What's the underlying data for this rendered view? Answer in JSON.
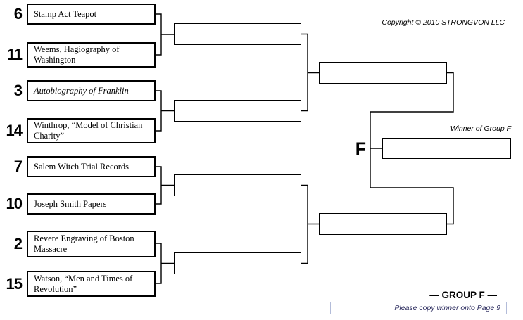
{
  "header": {
    "copyright": "Copyright © 2010 STRONGVON LLC"
  },
  "bracket": {
    "group_letter": "F",
    "winner_label": "Winner of Group F",
    "entries": [
      {
        "seed": "6",
        "name": "Stamp Act Teapot",
        "italic": false
      },
      {
        "seed": "11",
        "name": "Weems, Hagiography of Washington",
        "italic": false
      },
      {
        "seed": "3",
        "name": "Autobiography of Franklin",
        "italic": true
      },
      {
        "seed": "14",
        "name": "Winthrop, “Model of Christian Charity”",
        "italic": false
      },
      {
        "seed": "7",
        "name": "Salem Witch Trial Records",
        "italic": false
      },
      {
        "seed": "10",
        "name": "Joseph Smith Papers",
        "italic": false
      },
      {
        "seed": "2",
        "name": "Revere Engraving of Boston Massacre",
        "italic": false
      },
      {
        "seed": "15",
        "name": "Watson, “Men and Times of Revolution”",
        "italic": false
      }
    ]
  },
  "footer": {
    "group_label": "— GROUP F —",
    "note": "Please copy winner onto Page 9",
    "note_border_color": "#b3bcd9",
    "note_text_color": "#2b2b5e",
    "line_color": "#000000"
  }
}
